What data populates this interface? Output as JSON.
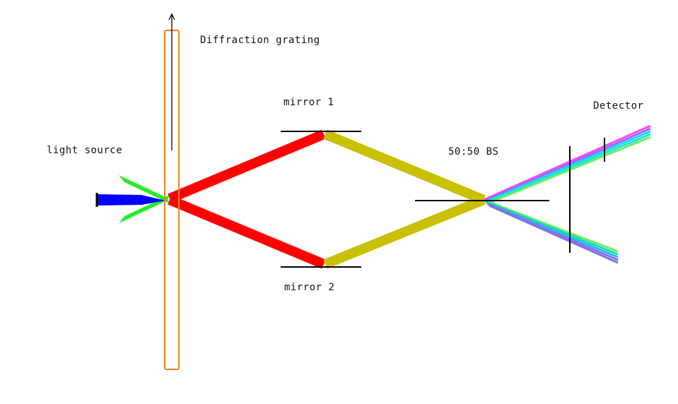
{
  "labels": {
    "diffraction_grating": "Diffraction grating",
    "mirror1": "mirror 1",
    "mirror2": "mirror 2",
    "light_source": "light source",
    "beam_splitter": "50:50 BS",
    "detector": "Detector"
  },
  "colors": {
    "grating": "#f58220",
    "input_beam": "#0000ff",
    "green_beam": "#22ee22",
    "first_order": "#ff0000",
    "recombined": "#c8c000",
    "lines": "#000000"
  },
  "icons": [
    "arrow-up-icon"
  ]
}
